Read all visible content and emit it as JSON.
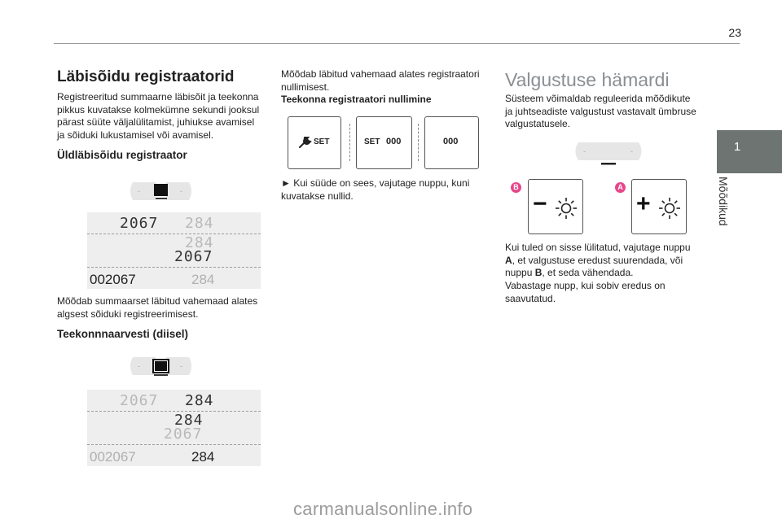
{
  "page_number": "23",
  "side_tab": {
    "number": "1",
    "label": "Mõõdikud"
  },
  "left": {
    "title": "Läbisõidu registraatorid",
    "intro": "Registreeritud summaarne läbisõit ja teekonna pikkus kuvatakse kolmekümne sekundi jooksul pärast süüte väljalülitamist, juhiukse avamisel ja sõiduki lukustamisel või avamisel.",
    "total_heading": "Üldläbisõidu registraator",
    "display1": {
      "top_left": "2067",
      "top_right": "284",
      "mid_upper": "284",
      "mid_lower": "2067",
      "bottom_left": "002067",
      "bottom_right": "284"
    },
    "total_desc": "Mõõdab summaarset läbitud vahemaad alates algsest sõiduki registreerimisest.",
    "trip_heading": "Teekonnnaarvesti (diisel)",
    "display2": {
      "top_left": "2067",
      "top_right": "284",
      "mid_upper": "284",
      "mid_lower": "2067",
      "bottom_left": "002067",
      "bottom_right": "284"
    }
  },
  "middle": {
    "trip_desc": "Mõõdab läbitud vahemaad alates registraatori nullimisest.",
    "reset_heading": "Teekonna registraatori nullimine",
    "panels": [
      {
        "label": "SET",
        "value": ""
      },
      {
        "label": "SET",
        "value": "000"
      },
      {
        "label": "",
        "value": "000"
      }
    ],
    "reset_desc": "► Kui süüde on sees, vajutage nuppu, kuni kuvatakse nullid."
  },
  "right": {
    "title": "Valgustuse hämardi",
    "intro": "Süsteem võimaldab reguleerida mõõdikute ja juhtseadiste valgustust vastavalt ümbruse valgustatusele.",
    "button_b": {
      "badge": "B",
      "sign": "−"
    },
    "button_a": {
      "badge": "A",
      "sign": "+"
    },
    "desc_line1": "Kui tuled on sisse lülitatud, vajutage nuppu ",
    "desc_a": "A",
    "desc_line2": ", et valgustuse eredust suurendada, või nuppu ",
    "desc_b": "B",
    "desc_line3": ", et seda vähendada.",
    "desc_release": "Vabastage nupp, kui sobiv eredus on saavutatud."
  },
  "watermark": "carmanualsonline.info"
}
